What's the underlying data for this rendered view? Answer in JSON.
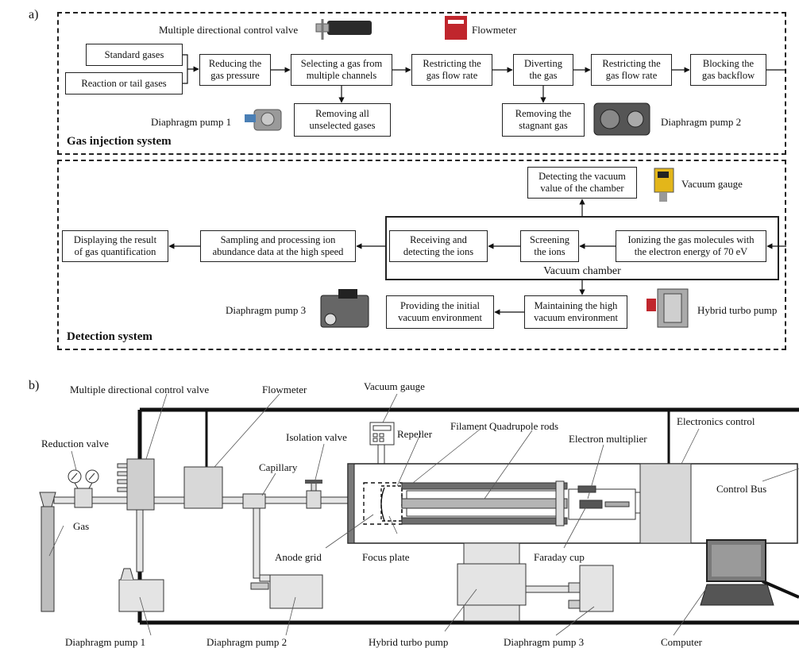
{
  "panel_a": {
    "letter": "a)",
    "system_labels": {
      "gas_injection": "Gas injection system",
      "detection": "Detection system"
    },
    "boxes": {
      "standard_gases": "Standard gases",
      "reaction_gases": "Reaction or tail gases",
      "reducing": "Reducing the\ngas pressure",
      "selecting": "Selecting a gas from\nmultiple channels",
      "restrict1": "Restricting the\ngas flow rate",
      "diverting": "Diverting\nthe gas",
      "restrict2": "Restricting the\ngas flow rate",
      "blocking": "Blocking the\ngas backflow",
      "removing_unselected": "Removing all\nunselected gases",
      "removing_stagnant": "Removing the\nstagnant gas",
      "detect_vacuum": "Detecting the vacuum\nvalue of the chamber",
      "ionizing": "Ionizing the gas molecules with\nthe electron energy of 70 eV",
      "screening": "Screening\nthe ions",
      "receiving": "Receiving and\ndetecting the ions",
      "sampling": "Sampling and processing ion\nabundance data at the high speed",
      "displaying": "Displaying the result\nof gas quantification",
      "maintaining": "Maintaining the high\nvacuum environment",
      "providing": "Providing the initial\nvacuum environment",
      "vacuum_chamber": "Vacuum chamber"
    },
    "device_labels": {
      "mdcv": "Multiple directional control valve",
      "flowmeter": "Flowmeter",
      "pump1": "Diaphragm pump 1",
      "pump2": "Diaphragm pump 2",
      "vacuum_gauge": "Vacuum gauge",
      "pump3": "Diaphragm pump 3",
      "turbo": "Hybrid turbo pump"
    }
  },
  "panel_b": {
    "letter": "b)",
    "labels": {
      "mdcv": "Multiple directional control valve",
      "flowmeter": "Flowmeter",
      "vacuum_gauge": "Vacuum gauge",
      "reduction_valve": "Reduction valve",
      "repeller": "Repeller",
      "filament": "Filament",
      "quad_rods": "Quadrupole rods",
      "electronics_control": "Electronics control",
      "isolation_valve": "Isolation valve",
      "electron_multiplier": "Electron multiplier",
      "capillary": "Capillary",
      "control_bus": "Control Bus",
      "gas": "Gas",
      "anode_grid": "Anode grid",
      "focus_plate": "Focus plate",
      "faraday_cup": "Faraday cup",
      "pump1": "Diaphragm pump 1",
      "pump2": "Diaphragm pump 2",
      "turbo": "Hybrid turbo pump",
      "pump3": "Diaphragm pump 3",
      "computer": "Computer"
    }
  },
  "colors": {
    "flowmeter": "#c0262d",
    "gauge": "#e3b61a",
    "device_gray": "#d8d8d8",
    "rod": "#6e6e6e"
  }
}
